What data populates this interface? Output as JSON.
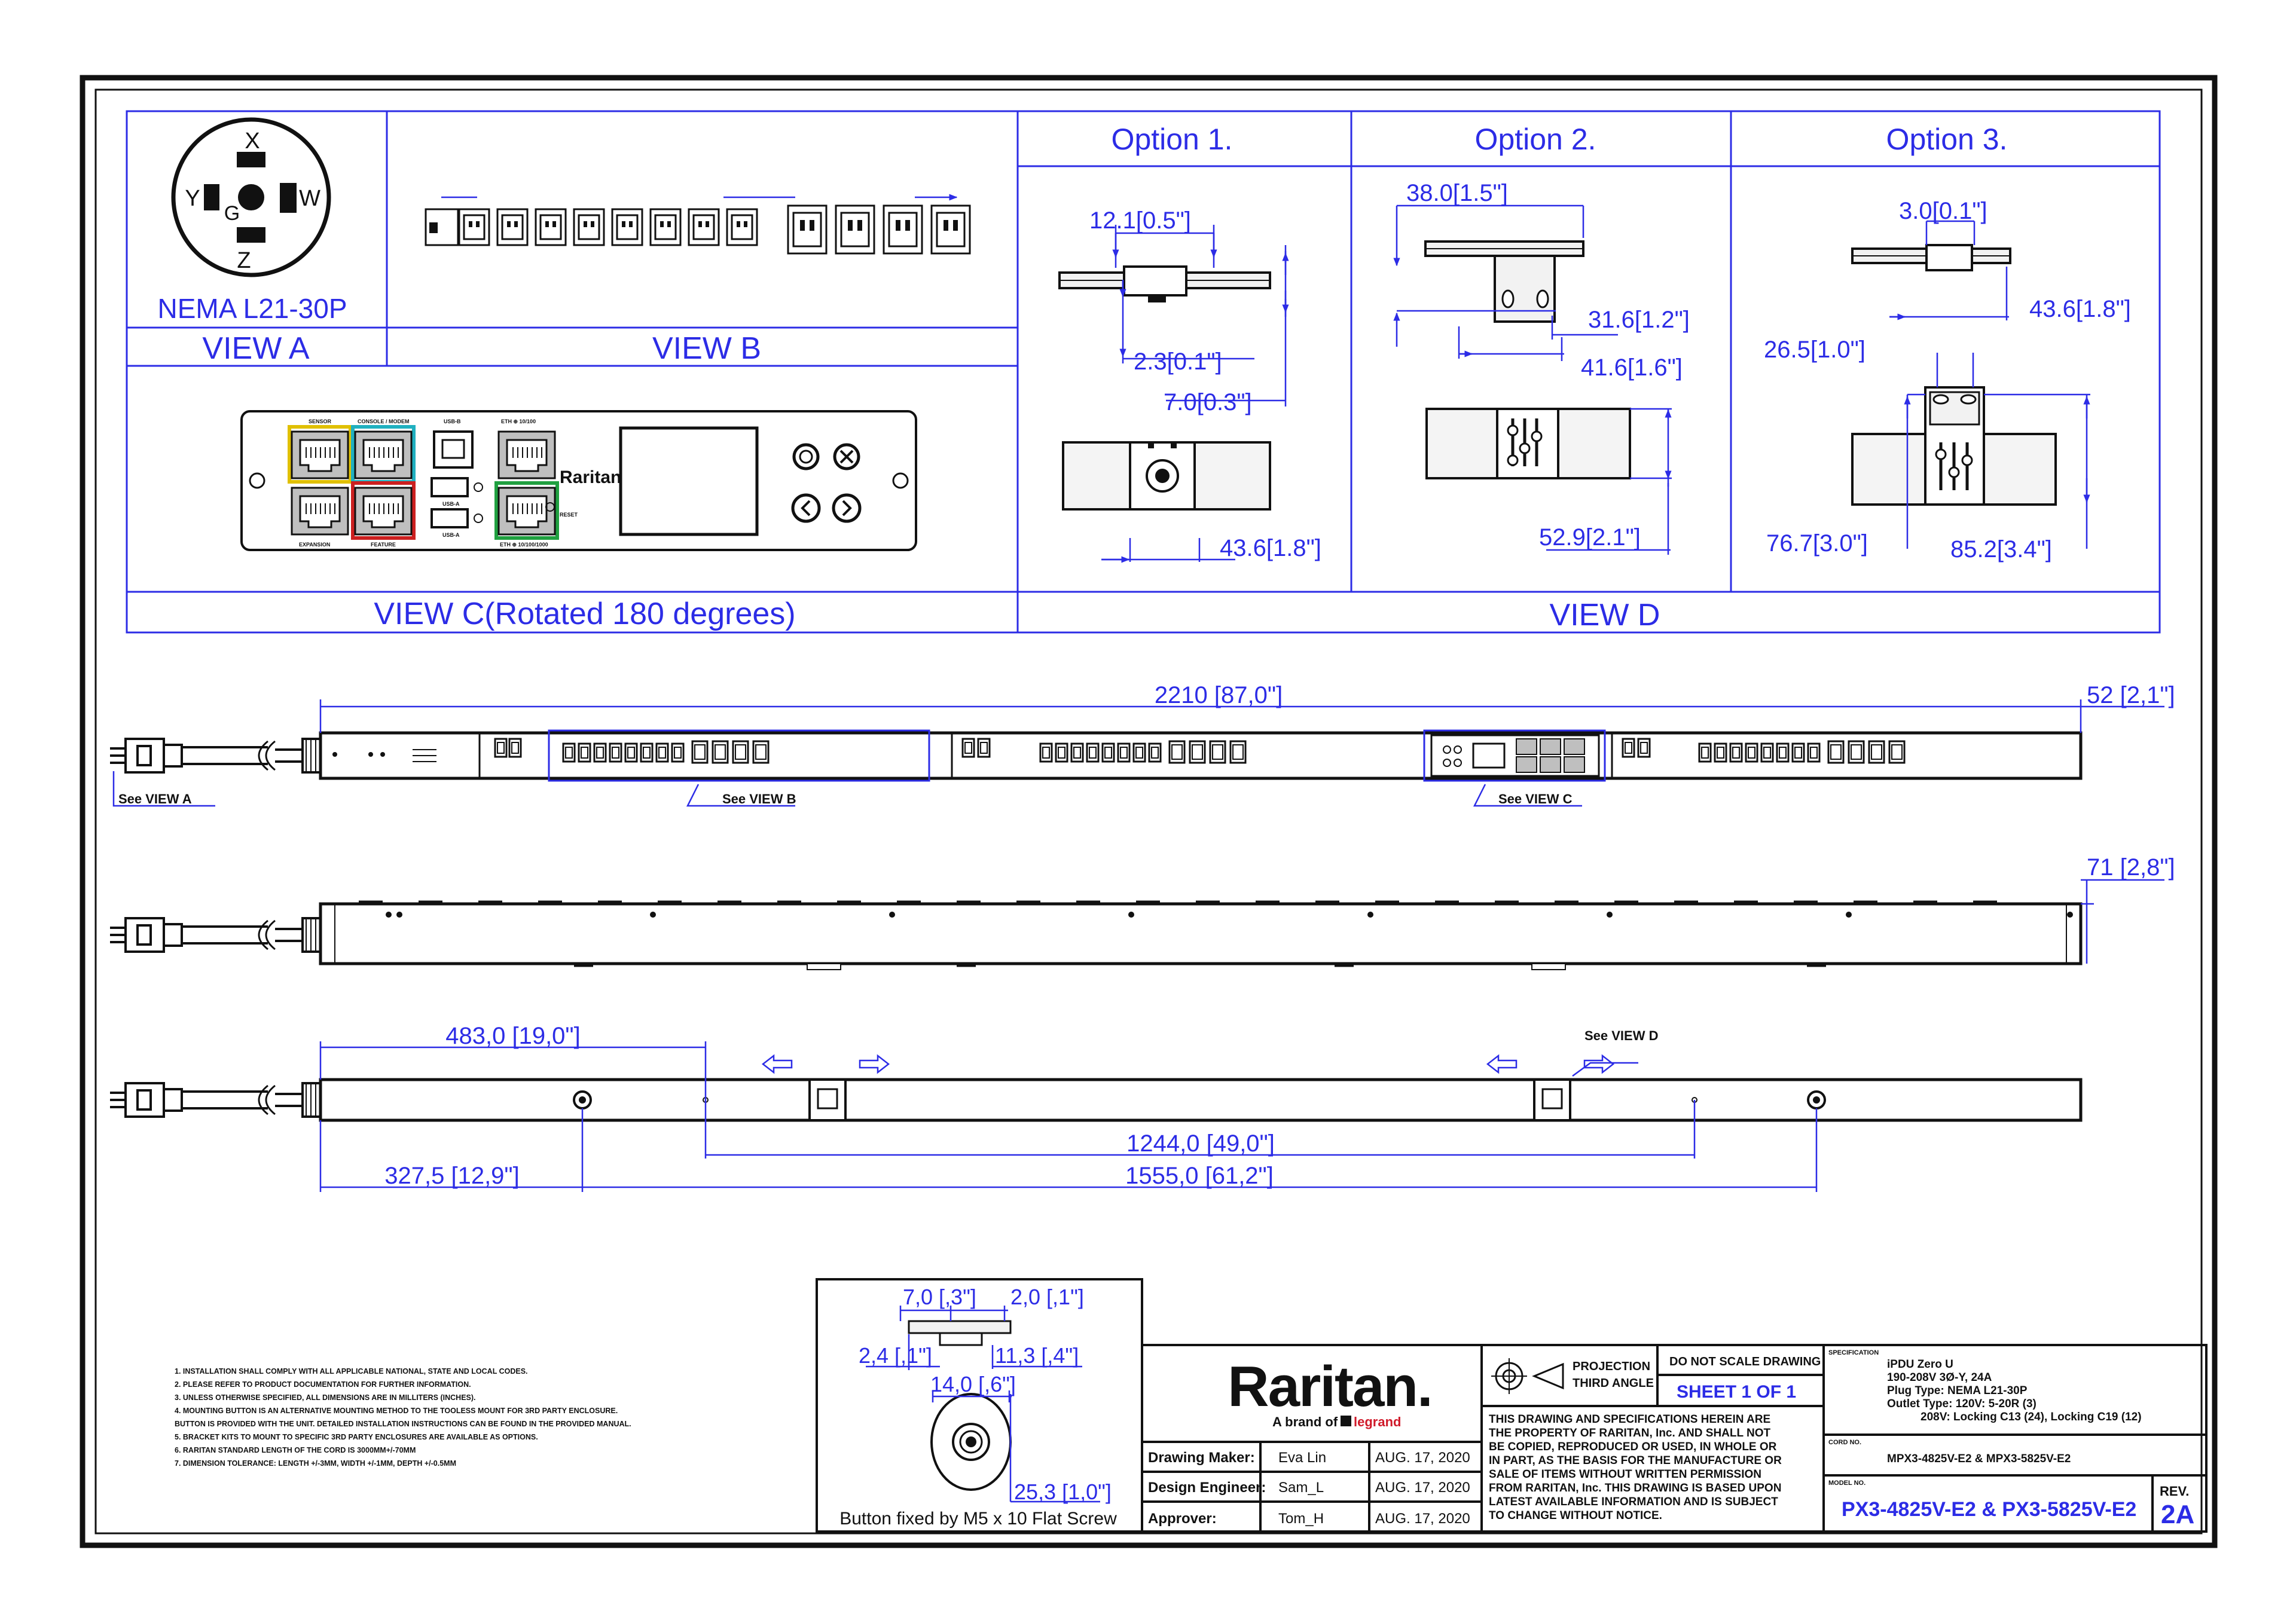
{
  "colors": {
    "ink": "#111111",
    "dimension": "#2c2ce6"
  },
  "plug": {
    "name": "NEMA L21-30P",
    "pins": [
      "X",
      "Y",
      "W",
      "G",
      "Z"
    ]
  },
  "views": {
    "a": "VIEW A",
    "b": "VIEW B",
    "c": "VIEW C(Rotated 180 degrees)",
    "d": "VIEW D",
    "options": [
      "Option 1.",
      "Option  2.",
      "Option 3."
    ]
  },
  "option1": {
    "d1": "12.1[0.5\"]",
    "d2": "2.3[0.1\"]",
    "d3": "7.0[0.3\"]",
    "d4": "43.6[1.8\"]"
  },
  "option2": {
    "d1": "38.0[1.5\"]",
    "d2": "31.6[1.2\"]",
    "d3": "41.6[1.6\"]",
    "d4": "52.9[2.1\"]"
  },
  "option3": {
    "d1": "3.0[0.1\"]",
    "d2": "43.6[1.8\"]",
    "d3": "26.5[1.0\"]",
    "d4": "76.7[3.0\"]",
    "d5": "85.2[3.4\"]"
  },
  "front_view": {
    "length": "2210  [87,0\"]",
    "depth": "52  [2,1\"]",
    "callouts": [
      "See VIEW A",
      "See VIEW B",
      "See VIEW C"
    ]
  },
  "side_view": {
    "height": "71  [2,8\"]"
  },
  "rear_view": {
    "d1": "483,0  [19,0\"]",
    "d2": "1244,0  [49,0\"]",
    "d3": "327,5  [12,9\"]",
    "d4": "1555,0  [61,2\"]",
    "callout": "See VIEW D"
  },
  "view_c": {
    "port_labels": [
      "SENSOR",
      "CONSOLE / MODEM",
      "USB-B",
      "ETH ⊕ 10/100",
      "EXPANSION",
      "FEATURE",
      "USB-A",
      "USB-A",
      "ETH ⊕ 10/100/1000",
      "RESET"
    ],
    "brand": "Raritan"
  },
  "button_detail": {
    "d1": "7,0  [,3\"]",
    "d2": "2,0  [,1\"]",
    "d3": "2,4  [,1\"]",
    "d4": "11,3  [,4\"]",
    "d5": "14,0  [,6\"]",
    "d6": "25,3  [1,0\"]",
    "caption": "Button fixed by M5 x 10 Flat Screw"
  },
  "notes": [
    "1. INSTALLATION SHALL COMPLY WITH ALL APPLICABLE NATIONAL, STATE AND LOCAL CODES.",
    "2. PLEASE REFER TO PRODUCT DOCUMENTATION FOR FURTHER INFORMATION.",
    "3. UNLESS OTHERWISE SPECIFIED, ALL DIMENSIONS ARE IN MILLITERS (INCHES).",
    "4. MOUNTING BUTTON IS AN ALTERNATIVE MOUNTING METHOD TO THE TOOLESS MOUNT FOR 3RD PARTY ENCLOSURE.",
    "    BUTTON IS PROVIDED WITH THE UNIT. DETAILED INSTALLATION INSTRUCTIONS CAN BE FOUND IN THE PROVIDED MANUAL.",
    "5. BRACKET KITS TO MOUNT TO SPECIFIC 3RD PARTY ENCLOSURES ARE AVAILABLE AS OPTIONS.",
    "6. RARITAN STANDARD LENGTH OF THE CORD IS 3000MM+/-70MM",
    "7. DIMENSION TOLERANCE: LENGTH +/-3MM, WIDTH +/-1MM, DEPTH +/-0.5MM"
  ],
  "title_block": {
    "brand": "Raritan.",
    "tagline_prefix": "A brand of",
    "tagline_brand": "legrand",
    "approvals": [
      {
        "role": "Drawing Maker:",
        "name": "Eva Lin",
        "date": "AUG. 17, 2020"
      },
      {
        "role": "Design Engineer:",
        "name": "Sam_L",
        "date": "AUG. 17, 2020"
      },
      {
        "role": "Approver:",
        "name": "Tom_H",
        "date": "AUG. 17, 2020"
      }
    ],
    "projection": "PROJECTION",
    "angle": "THIRD ANGLE",
    "scale_note": "DO NOT SCALE DRAWING",
    "sheet": "SHEET 1 OF 1",
    "disclaimer": [
      "THIS DRAWING AND SPECIFICATIONS HEREIN ARE",
      "THE PROPERTY OF RARITAN, Inc. AND SHALL NOT",
      "BE COPIED, REPRODUCED OR USED, IN WHOLE OR",
      "IN PART, AS THE BASIS FOR THE MANUFACTURE OR",
      "SALE OF ITEMS WITHOUT WRITTEN PERMISSION",
      "FROM RARITAN, Inc. THIS DRAWING IS BASED UPON",
      "LATEST AVAILABLE INFORMATION AND IS SUBJECT",
      "TO CHANGE WITHOUT NOTICE."
    ],
    "spec_label": "SPECIFICATION",
    "spec": [
      "iPDU Zero U",
      "190-208V 3Ø-Y, 24A",
      "Plug Type: NEMA L21-30P",
      "Outlet Type: 120V: 5-20R (3)",
      "208V: Locking C13 (24), Locking C19 (12)"
    ],
    "cord_label": "CORD NO.",
    "cord": "MPX3-4825V-E2 & MPX3-5825V-E2",
    "model_label": "MODEL NO.",
    "model": "PX3-4825V-E2 & PX3-5825V-E2",
    "rev_label": "REV.",
    "rev": "2A"
  }
}
